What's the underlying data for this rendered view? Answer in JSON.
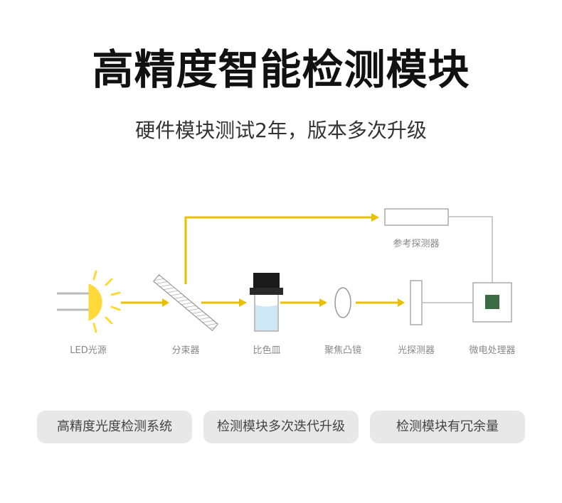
{
  "header": {
    "title": "高精度智能检测模块",
    "subtitle": "硬件模块测试2年，版本多次升级"
  },
  "diagram": {
    "components": [
      {
        "id": "led",
        "label": "LED光源",
        "icon": "led-light-icon"
      },
      {
        "id": "splitter",
        "label": "分束器",
        "icon": "beam-splitter-icon"
      },
      {
        "id": "cuvette",
        "label": "比色皿",
        "icon": "cuvette-icon"
      },
      {
        "id": "lens",
        "label": "聚焦凸镜",
        "icon": "convex-lens-icon"
      },
      {
        "id": "photodetector",
        "label": "光探测器",
        "icon": "photodetector-icon"
      },
      {
        "id": "mcu",
        "label": "微电处理器",
        "icon": "microprocessor-icon"
      },
      {
        "id": "reference",
        "label": "参考探测器",
        "icon": "reference-detector-icon"
      }
    ],
    "colors": {
      "beam": "#e8c000",
      "led": "#ffd83a",
      "outline": "#aaaaaa",
      "liquid": "#cfe6f5",
      "cap": "#1a1a1a",
      "chip": "#3a6b45"
    }
  },
  "features": [
    {
      "label": "高精度光度检测系统"
    },
    {
      "label": "检测模块多次迭代升级"
    },
    {
      "label": "检测模块有冗余量"
    }
  ]
}
